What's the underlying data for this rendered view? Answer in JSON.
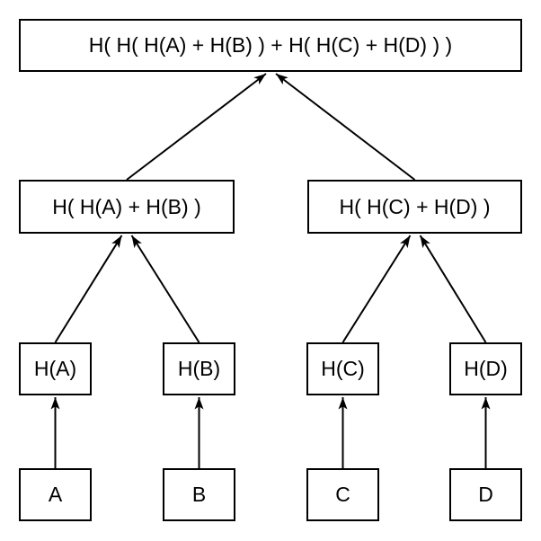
{
  "diagram": {
    "type": "tree",
    "background_color": "#ffffff",
    "box_fill_color": "#ffffff",
    "box_border_color": "#000000",
    "arrow_color": "#000000",
    "text_color": "#000000",
    "nodes": {
      "root": {
        "label": "H( H( H(A) + H(B) ) + H( H(C) + H(D) ) )"
      },
      "hash_ab": {
        "label": "H( H(A) + H(B) )"
      },
      "hash_cd": {
        "label": "H( H(C) + H(D) )"
      },
      "hash_a": {
        "label": "H(A)"
      },
      "hash_b": {
        "label": "H(B)"
      },
      "hash_c": {
        "label": "H(C)"
      },
      "hash_d": {
        "label": "H(D)"
      },
      "leaf_a": {
        "label": "A"
      },
      "leaf_b": {
        "label": "B"
      },
      "leaf_c": {
        "label": "C"
      },
      "leaf_d": {
        "label": "D"
      }
    },
    "edges": [
      {
        "from": "leaf_a",
        "to": "hash_a"
      },
      {
        "from": "leaf_b",
        "to": "hash_b"
      },
      {
        "from": "leaf_c",
        "to": "hash_c"
      },
      {
        "from": "leaf_d",
        "to": "hash_d"
      },
      {
        "from": "hash_a",
        "to": "hash_ab"
      },
      {
        "from": "hash_b",
        "to": "hash_ab"
      },
      {
        "from": "hash_c",
        "to": "hash_cd"
      },
      {
        "from": "hash_d",
        "to": "hash_cd"
      },
      {
        "from": "hash_ab",
        "to": "root"
      },
      {
        "from": "hash_cd",
        "to": "root"
      }
    ]
  }
}
